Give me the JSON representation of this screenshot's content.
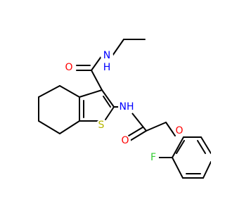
{
  "molecule": {
    "atoms": [
      {
        "id": "O1",
        "label": "O",
        "color": "#ff0000",
        "name": "atom-o-carbonyl-amide"
      },
      {
        "id": "N1",
        "label": "N",
        "color": "#0000ff",
        "name": "atom-n-ethylamide"
      },
      {
        "id": "N2",
        "label": "NH",
        "color": "#0000ff",
        "name": "atom-nh-amide"
      },
      {
        "id": "S1",
        "label": "S",
        "color": "#b5b500",
        "name": "atom-s-thiophene"
      },
      {
        "id": "O2",
        "label": "O",
        "color": "#ff0000",
        "name": "atom-o-carbonyl-acetamide"
      },
      {
        "id": "O3",
        "label": "O",
        "color": "#ff0000",
        "name": "atom-o-ether"
      },
      {
        "id": "F1",
        "label": "F",
        "color": "#33cc33",
        "name": "atom-f-fluoro"
      }
    ],
    "atom_h": {
      "N1": "H"
    }
  }
}
